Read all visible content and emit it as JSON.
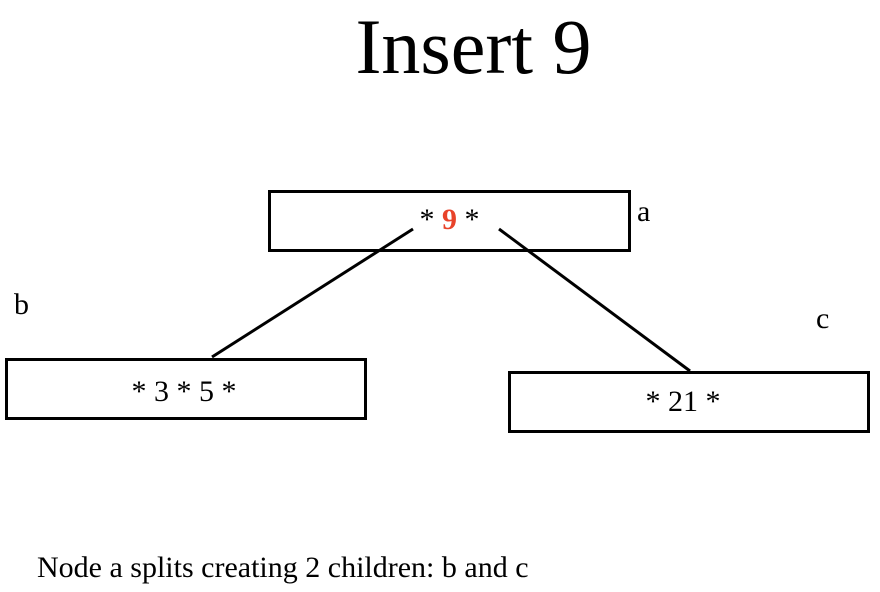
{
  "title": "Insert 9",
  "nodes": {
    "a": {
      "label": "a",
      "pre": "*",
      "key": "9",
      "post": "*"
    },
    "b": {
      "label": "b",
      "keys": "* 3 * 5 *"
    },
    "c": {
      "label": "c",
      "keys": "* 21 *"
    }
  },
  "edges": [
    {
      "from": "a",
      "to": "b"
    },
    {
      "from": "a",
      "to": "c"
    }
  ],
  "highlight_color": "#e8432a",
  "caption": "Node a splits creating 2 children: b and c"
}
